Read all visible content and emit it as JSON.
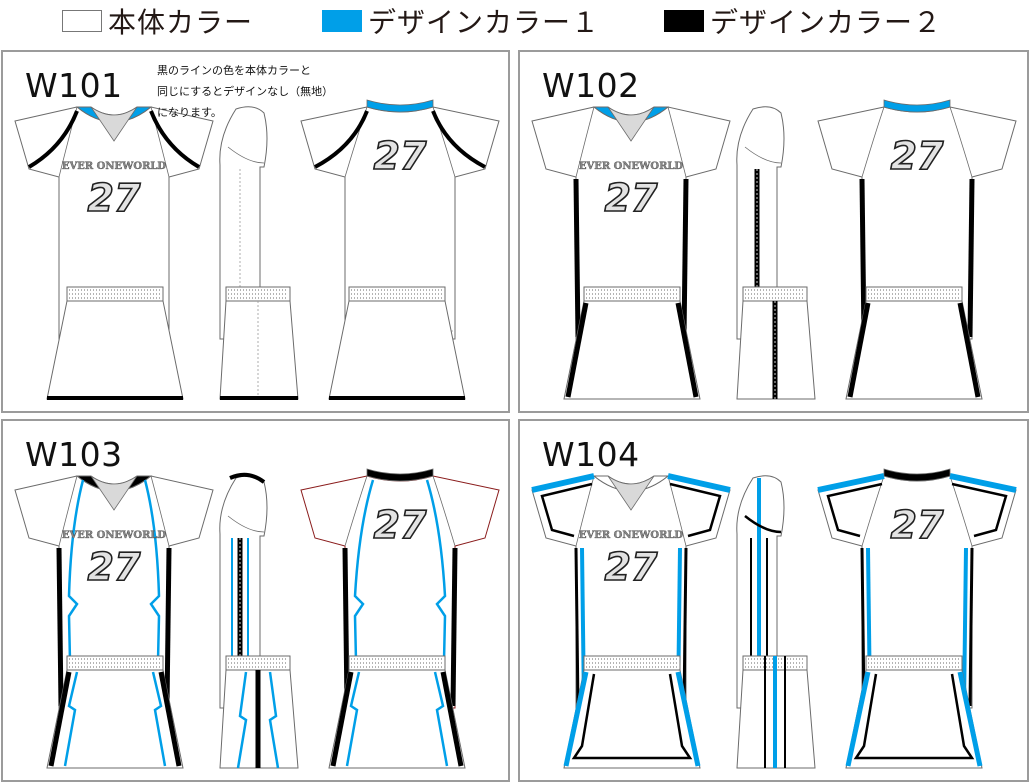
{
  "legend": [
    {
      "label": "本体カラー",
      "color": "#ffffff"
    },
    {
      "label": "デザインカラー１",
      "color": "#009fe8"
    },
    {
      "label": "デザインカラー２",
      "color": "#000000"
    }
  ],
  "jersey": {
    "team_name": "EVER ONEWORLD",
    "number": "27"
  },
  "panels": [
    {
      "code": "W101",
      "note": [
        "黒のラインの色を本体カラーと",
        "同じにするとデザインなし（無地）",
        "になります。"
      ]
    },
    {
      "code": "W102"
    },
    {
      "code": "W103"
    },
    {
      "code": "W104"
    }
  ],
  "colors": {
    "body": "#ffffff",
    "design1": "#009fe8",
    "design2": "#000000",
    "outline": "#6b6b6b",
    "panel_border": "#9b9b9b",
    "number_fill": "#e3e3e3"
  }
}
